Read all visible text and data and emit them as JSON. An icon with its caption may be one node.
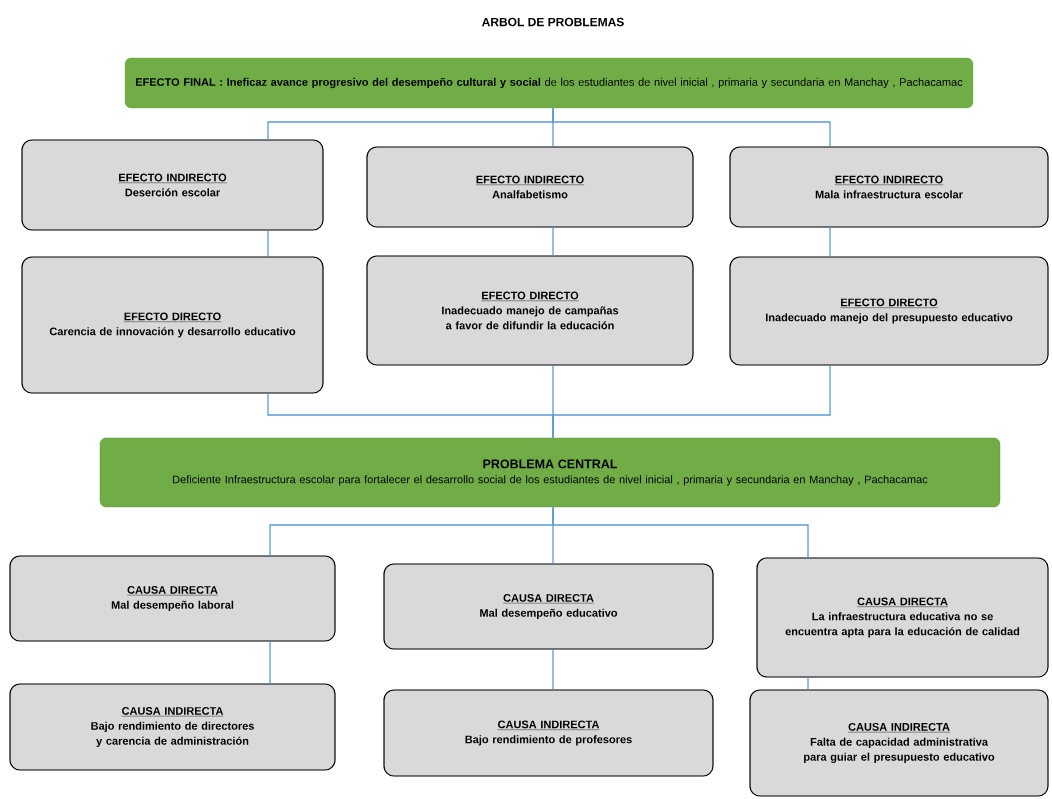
{
  "diagram": {
    "title": "ARBOL DE PROBLEMAS",
    "nodes": [
      {
        "text": [
          "**EFECTO FINAL : Ineficaz avance progresivo del desempeño cultural y social** de los estudiantes de nivel inicial , primaria y secundaria en Manchay , Pachacamac"
        ]
      },
      {
        "text": [
          "EFECTO INDIRECTO",
          "Deserción escolar"
        ]
      },
      {
        "text": [
          "EFECTO INDIRECTO",
          "Analfabetismo"
        ]
      },
      {
        "text": [
          "EFECTO INDIRECTO",
          "Mala infraestructura escolar"
        ]
      },
      {
        "text": [
          "EFECTO DIRECTO",
          "Carencia de innovación y desarrollo educativo"
        ]
      },
      {
        "text": [
          "EFECTO DIRECTO",
          "Inadecuado manejo de campañas a favor de difundir la educación"
        ]
      },
      {
        "text": [
          "EFECTO DIRECTO",
          "Inadecuado manejo del presupuesto educativo"
        ]
      },
      {
        "text": [
          "PROBLEMA CENTRAL",
          "Deficiente Infraestructura escolar para fortalecer el desarrollo social de los estudiantes de nivel inicial , primaria y secundaria en Manchay , Pachacamac"
        ]
      },
      {
        "text": [
          "CAUSA DIRECTA",
          "Mal desempeño laboral"
        ]
      },
      {
        "text": [
          "CAUSA DIRECTA",
          "Mal desempeño educativo"
        ]
      },
      {
        "text": [
          "CAUSA DIRECTA",
          "La infraestructura educativa no se encuentra apta para la educación de calidad"
        ]
      },
      {
        "text": [
          "CAUSA INDIRECTA",
          "Bajo rendimiento de directores y carencia de administración"
        ]
      },
      {
        "text": [
          "CAUSA INDIRECTA",
          "Bajo rendimiento de profesores"
        ]
      },
      {
        "text": [
          "CAUSA INDIRECTA",
          "Falta de capacidad administrativa para guiar el presupuesto educativo"
        ]
      }
    ],
    "edges": [
      {
        "from": 0,
        "to": 1,
        "arrow": "none"
      },
      {
        "from": 0,
        "to": 2,
        "arrow": "none"
      },
      {
        "from": 0,
        "to": 3,
        "arrow": "none"
      },
      {
        "from": 1,
        "to": 4,
        "arrow": "none"
      },
      {
        "from": 2,
        "to": 5,
        "arrow": "none"
      },
      {
        "from": 3,
        "to": 6,
        "arrow": "none"
      },
      {
        "from": 4,
        "to": 7,
        "arrow": "none"
      },
      {
        "from": 5,
        "to": 7,
        "arrow": "none"
      },
      {
        "from": 6,
        "to": 7,
        "arrow": "none"
      },
      {
        "from": 7,
        "to": 8,
        "arrow": "none"
      },
      {
        "from": 7,
        "to": 9,
        "arrow": "none"
      },
      {
        "from": 7,
        "to": 10,
        "arrow": "none"
      },
      {
        "from": 8,
        "to": 11,
        "arrow": "none"
      },
      {
        "from": 9,
        "to": 12,
        "arrow": "none"
      },
      {
        "from": 10,
        "to": 13,
        "arrow": "none"
      }
    ]
  }
}
